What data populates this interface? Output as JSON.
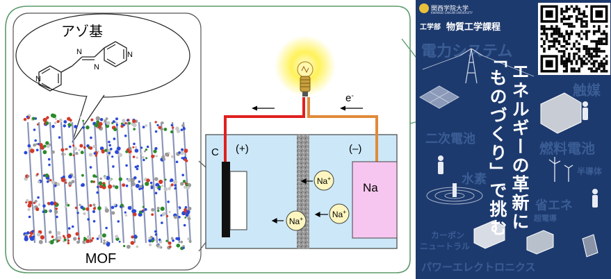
{
  "diagram": {
    "bubble_label": "アゾ基",
    "mof_label": "MOF",
    "electron_label": "e-",
    "cathode_label": "C",
    "plus_label": "(+)",
    "minus_label": "(–)",
    "anode_label": "Na",
    "ion_label": "Na+",
    "colors": {
      "frame": "#5a9a6a",
      "electrolyte": "#cce8f8",
      "wire_red": "#e02020",
      "wire_orange": "#e08a3a",
      "anode_fill": "#f7c6f0",
      "ion_fill": "#fdf6c0",
      "bulb_glow": "#fff25a"
    }
  },
  "brochure": {
    "university": "関西学院大学",
    "university_en": "KWANSEI GAKUIN UNIVERSITY",
    "dept": "工学部",
    "program": "物質工学課程",
    "slogan_col1": "エネルギーの革新に",
    "slogan_col2": "「ものづくり」で挑む",
    "bg_terms": {
      "power_system": "電力システム",
      "catalyst": "触媒",
      "secondary_battery": "二次電池",
      "fuel_cell": "燃料電池",
      "hydrogen": "水素",
      "semiconductor": "半導体",
      "energy_saving": "省エネ",
      "superconductor": "超電導",
      "carbon": "カーボン",
      "neutral": "ニュートラル",
      "power_electronics": "パワーエレクトロニクス"
    },
    "colors": {
      "bg": "#1d3a6e",
      "title_bar": "#ffffff"
    }
  }
}
